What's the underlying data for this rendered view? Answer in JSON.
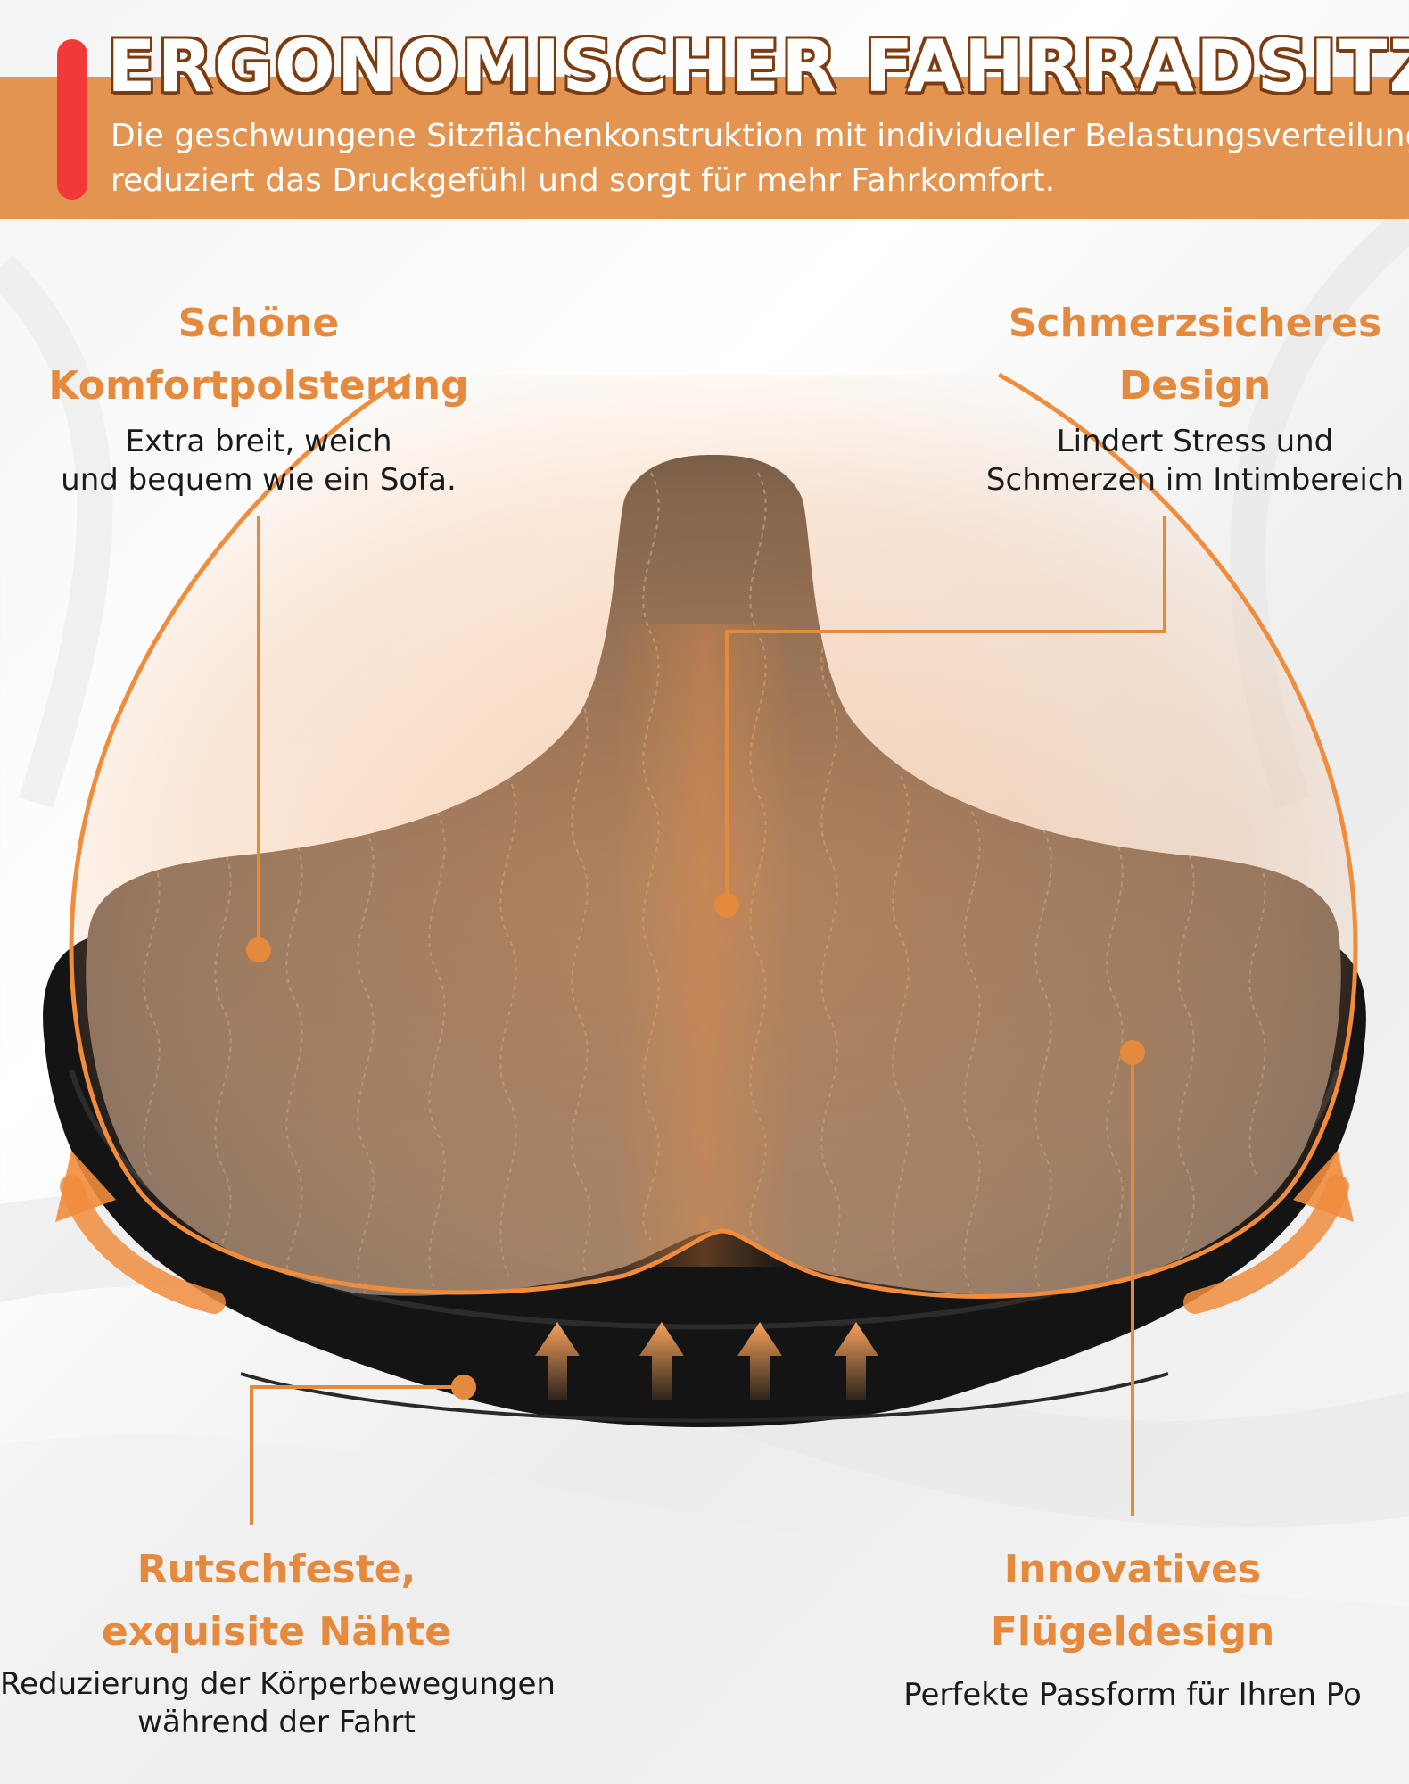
{
  "header": {
    "title": "ERGONOMISCHER FAHRRADSITZ",
    "subtitle_lines": [
      "Die geschwungene Sitzflächenkonstruktion mit individueller Belastungsverteilung",
      "reduziert das Druckgefühl und sorgt für mehr Fahrkomfort."
    ]
  },
  "features": [
    {
      "heading_lines": [
        "Schöne",
        "Komfortpolsterung"
      ],
      "text_lines": [
        "Extra breit, weich",
        "und bequem wie ein Sofa."
      ]
    },
    {
      "heading_lines": [
        "Schmerzsicheres",
        "Design"
      ],
      "text_lines": [
        "Lindert Stress und",
        "Schmerzen im Intimbereich"
      ]
    },
    {
      "heading_lines": [
        "Rutschfeste,",
        "exquisite Nähte"
      ],
      "text_lines": [
        "Reduzierung der Körperbewegungen",
        "während der Fahrt"
      ]
    },
    {
      "heading_lines": [
        "Innovatives",
        "Flügeldesign"
      ],
      "text_lines": [
        "Perfekte Passform für Ihren Po"
      ]
    }
  ],
  "colors": {
    "accent_orange": "#e58a3d",
    "header_band": "#e39451",
    "accent_red": "#f2393a",
    "seat_top": "#7a6656",
    "seat_base": "#161616"
  }
}
